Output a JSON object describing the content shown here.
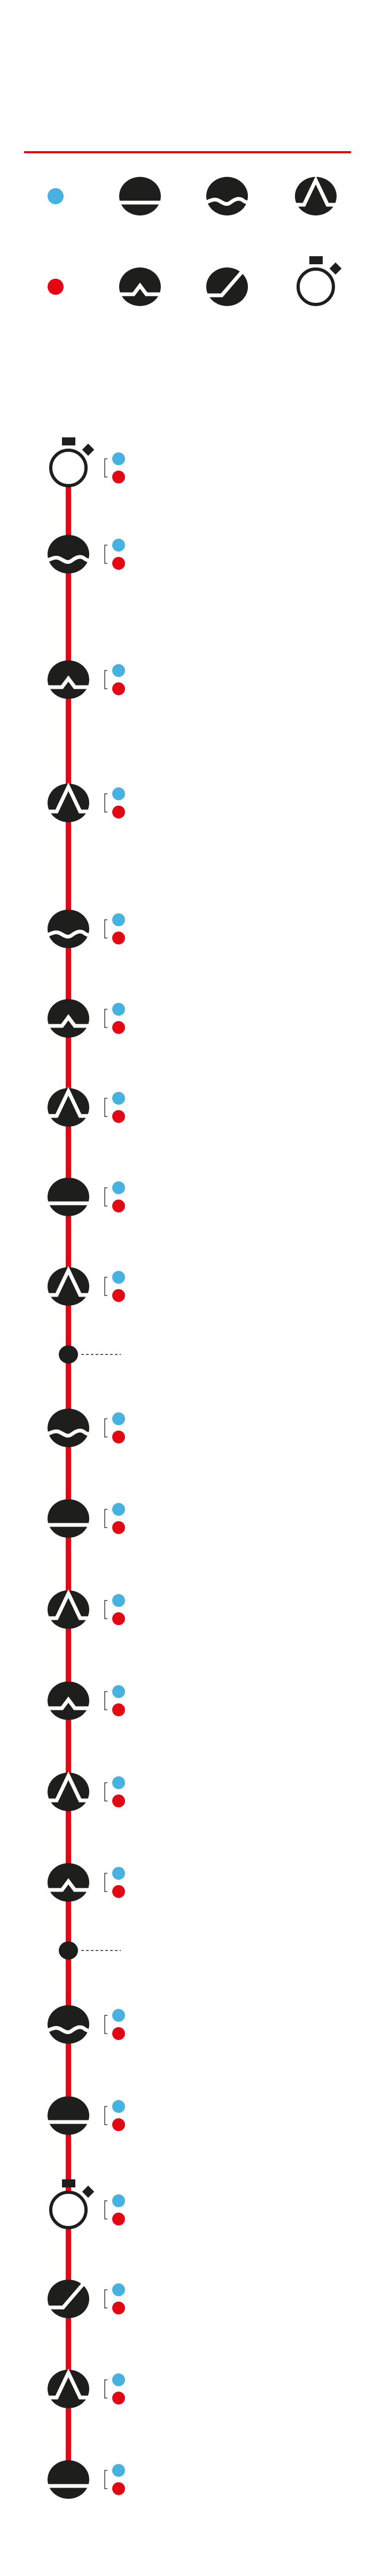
{
  "colors": {
    "accent_red": "#e30613",
    "blue": "#47b2e0",
    "icon_dark": "#1e1e1c",
    "bracket": "#3a3a3a",
    "background": "#ffffff"
  },
  "legend": {
    "rows": [
      [
        "blue-dot",
        "flat",
        "wave",
        "high-peak"
      ],
      [
        "red-dot",
        "low-peak",
        "slope",
        "stopwatch"
      ]
    ]
  },
  "timeline": {
    "nodes": [
      {
        "type": "stopwatch",
        "markers": [
          "blue",
          "red"
        ]
      },
      {
        "type": "wave",
        "markers": [
          "blue",
          "red"
        ]
      },
      {
        "type": "low-peak",
        "markers": [
          "blue",
          "red"
        ]
      },
      {
        "type": "high-peak",
        "markers": [
          "blue",
          "red"
        ]
      },
      {
        "type": "wave",
        "markers": [
          "blue",
          "red"
        ]
      },
      {
        "type": "low-peak",
        "markers": [
          "blue",
          "red"
        ]
      },
      {
        "type": "high-peak",
        "markers": [
          "blue",
          "red"
        ]
      },
      {
        "type": "flat",
        "markers": [
          "blue",
          "red"
        ]
      },
      {
        "type": "high-peak",
        "markers": [
          "blue",
          "red"
        ]
      },
      {
        "type": "waypoint",
        "markers": []
      },
      {
        "type": "wave",
        "markers": [
          "blue",
          "red"
        ]
      },
      {
        "type": "flat",
        "markers": [
          "blue",
          "red"
        ]
      },
      {
        "type": "high-peak",
        "markers": [
          "blue",
          "red"
        ]
      },
      {
        "type": "low-peak",
        "markers": [
          "blue",
          "red"
        ]
      },
      {
        "type": "high-peak",
        "markers": [
          "blue",
          "red"
        ]
      },
      {
        "type": "low-peak",
        "markers": [
          "blue",
          "red"
        ]
      },
      {
        "type": "waypoint",
        "markers": []
      },
      {
        "type": "wave",
        "markers": [
          "blue",
          "red"
        ]
      },
      {
        "type": "flat",
        "markers": [
          "blue",
          "red"
        ]
      },
      {
        "type": "stopwatch",
        "markers": [
          "blue",
          "red"
        ]
      },
      {
        "type": "slope",
        "markers": [
          "blue",
          "red"
        ]
      },
      {
        "type": "high-peak",
        "markers": [
          "blue",
          "red"
        ]
      },
      {
        "type": "flat",
        "markers": [
          "blue",
          "red"
        ]
      }
    ]
  }
}
